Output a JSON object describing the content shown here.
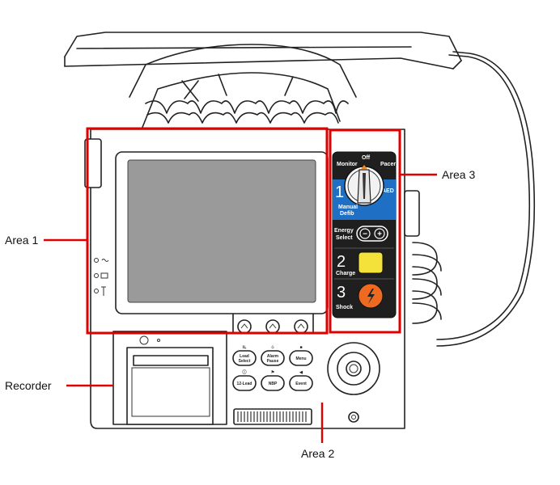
{
  "labels": {
    "area1": "Area 1",
    "area2": "Area 2",
    "area3": "Area 3",
    "recorder": "Recorder"
  },
  "panel": {
    "modes": {
      "monitor": "Monitor",
      "off": "Off",
      "pacer": "Pacer",
      "aed": "AED"
    },
    "step1": {
      "number": "1",
      "line1": "Manual",
      "line2": "Defib"
    },
    "energy": {
      "line1": "Energy",
      "line2": "Select",
      "minus": "−",
      "plus": "+"
    },
    "step2": {
      "number": "2",
      "label": "Charge"
    },
    "step3": {
      "number": "3",
      "label": "Shock"
    }
  },
  "keys": {
    "lead_select": [
      "Lead",
      "Select"
    ],
    "alarm_pause": [
      "Alarm",
      "Pause"
    ],
    "menu": "Menu",
    "twelve_lead": "12-Lead",
    "nbp": "NBP",
    "event": "Event"
  },
  "colors": {
    "callout_red": "#e00000",
    "panel_dark": "#1f1f1f",
    "panel_blue": "#1f6fc4",
    "charge_yellow": "#f4e23a",
    "shock_orange": "#ef6a21",
    "screen_gray": "#9a9a9a"
  }
}
